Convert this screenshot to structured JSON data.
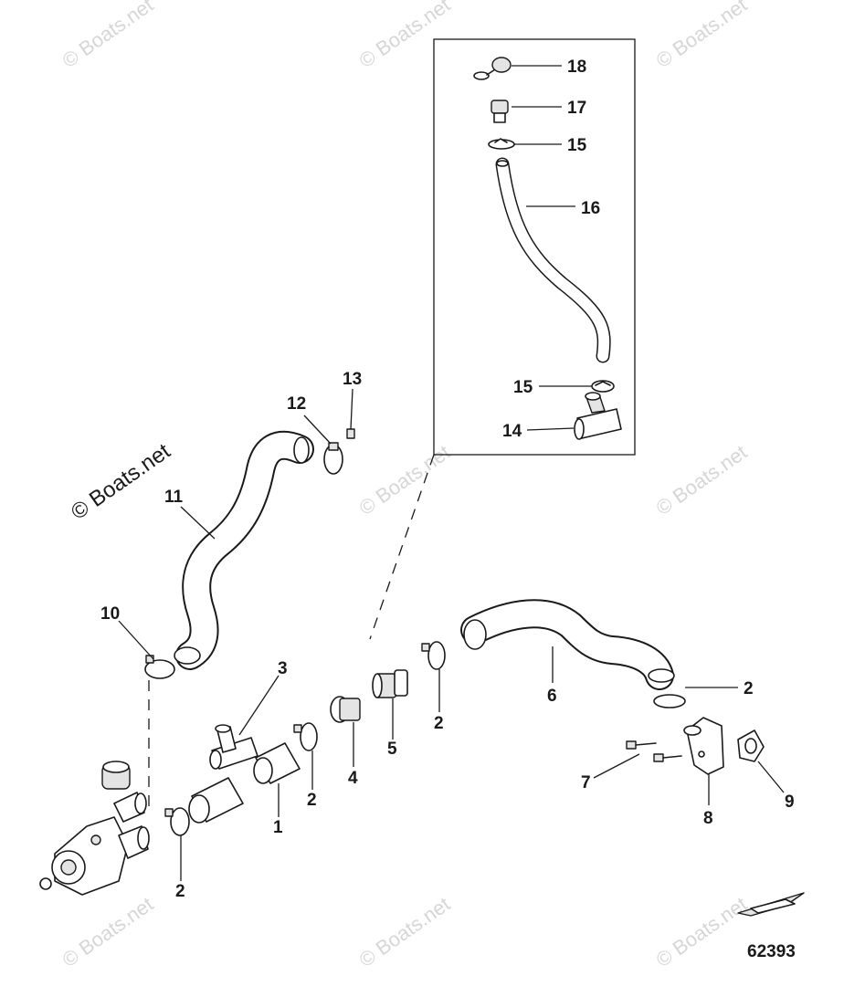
{
  "watermark": "© Boats.net",
  "reference_number": "62393",
  "callouts": {
    "c1": "1",
    "c2a": "2",
    "c2b": "2",
    "c2c": "2",
    "c2d": "2",
    "c3": "3",
    "c4": "4",
    "c5": "5",
    "c6": "6",
    "c7": "7",
    "c8": "8",
    "c9": "9",
    "c10": "10",
    "c11": "11",
    "c12": "12",
    "c13": "13",
    "c14": "14",
    "c15a": "15",
    "c15b": "15",
    "c16": "16",
    "c17": "17",
    "c18": "18"
  }
}
